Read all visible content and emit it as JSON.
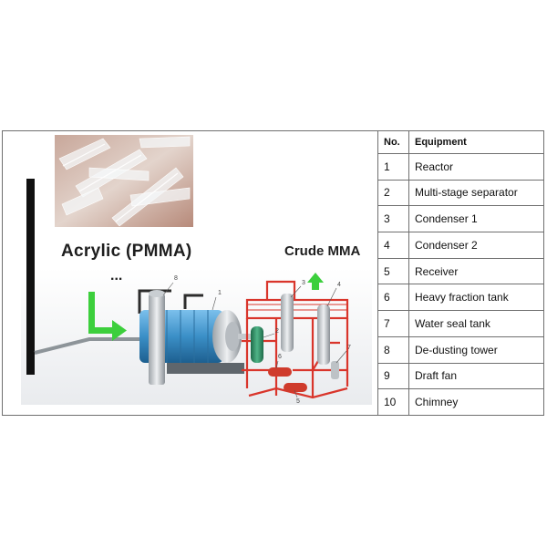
{
  "diagram": {
    "title_left": "Acrylic (PMMA)",
    "title_right": "Crude MMA",
    "ellipsis": "...",
    "callouts": [
      "1",
      "2",
      "3",
      "4",
      "5",
      "6",
      "7",
      "8"
    ],
    "colors": {
      "reactor": "#3b8fc7",
      "frame": "#d9352b",
      "arrow": "#3ccf3c",
      "chimney": "#111111"
    }
  },
  "table": {
    "headers": {
      "no": "No.",
      "equipment": "Equipment"
    },
    "rows": [
      {
        "no": "1",
        "equipment": "Reactor"
      },
      {
        "no": "2",
        "equipment": "Multi-stage separator"
      },
      {
        "no": "3",
        "equipment": "Condenser 1"
      },
      {
        "no": "4",
        "equipment": "Condenser 2"
      },
      {
        "no": "5",
        "equipment": "Receiver"
      },
      {
        "no": "6",
        "equipment": "Heavy fraction tank"
      },
      {
        "no": "7",
        "equipment": "Water seal tank"
      },
      {
        "no": "8",
        "equipment": "De-dusting tower"
      },
      {
        "no": "9",
        "equipment": "Draft fan"
      },
      {
        "no": "10",
        "equipment": "Chimney"
      }
    ]
  }
}
